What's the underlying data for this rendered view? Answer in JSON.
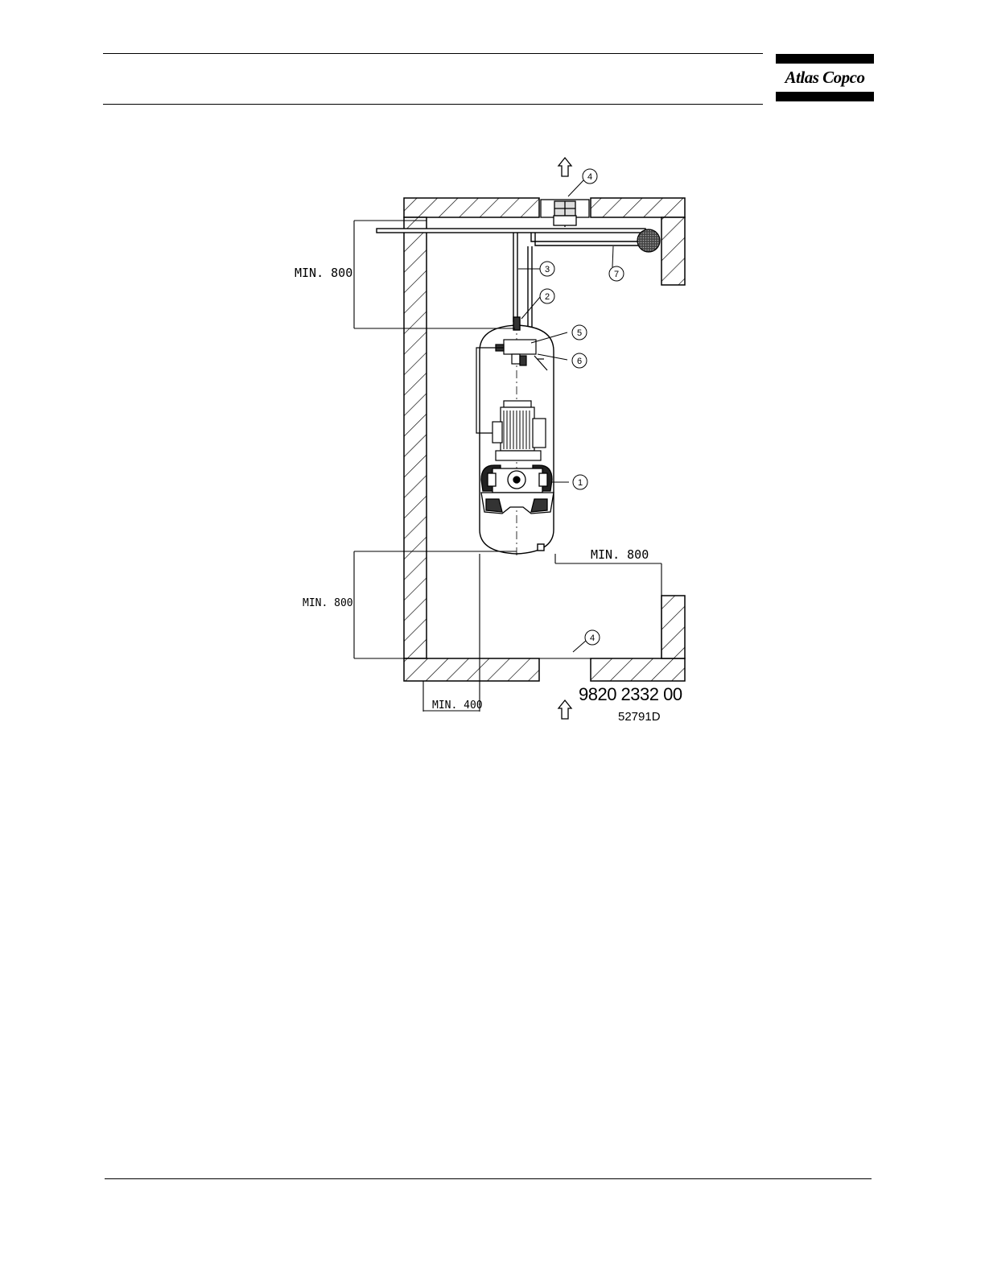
{
  "header": {
    "logo_text": "Atlas Copco"
  },
  "figure": {
    "dimensions": {
      "top_left": "MIN. 800",
      "bottom_left": "MIN. 800",
      "bottom_right": "MIN. 800",
      "bottom_wall": "MIN. 400"
    },
    "callouts": [
      "1",
      "2",
      "3",
      "4",
      "5",
      "6",
      "7"
    ],
    "document_number": "9820 2332 00",
    "figure_number": "52791D",
    "icons": [
      "up-arrow-icon",
      "compressor-unit-icon"
    ]
  }
}
